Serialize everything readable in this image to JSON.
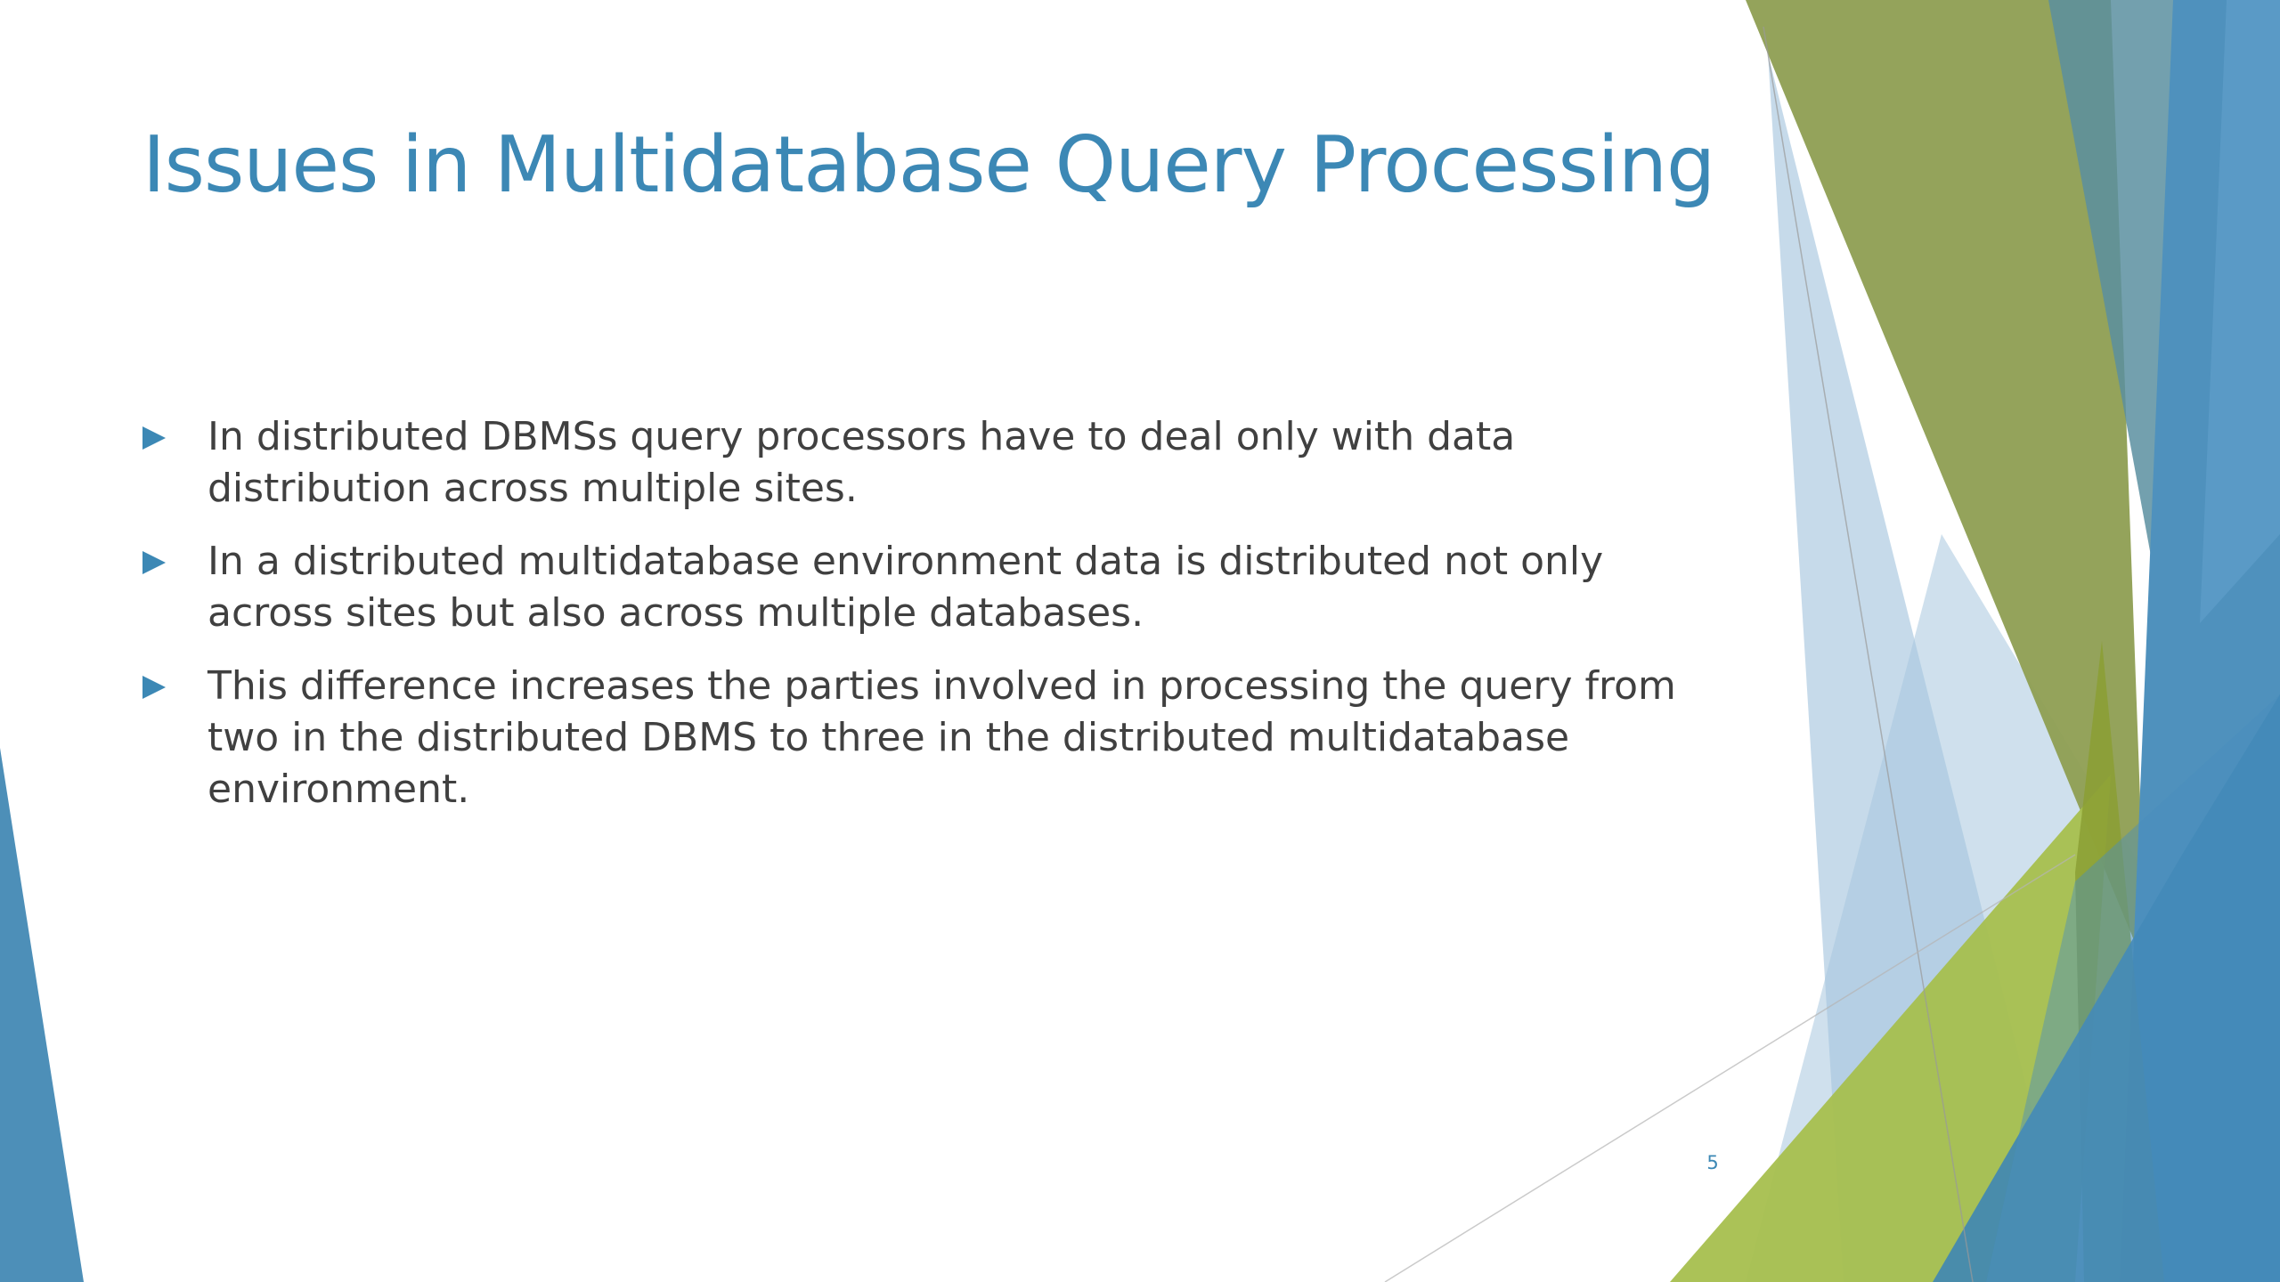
{
  "slide": {
    "title": "Issues in Multidatabase Query Processing",
    "bullets": [
      {
        "text": "In distributed DBMSs query processors have to deal only with data distribution across multiple sites."
      },
      {
        "text": "In a distributed multidatabase environment data is distributed not only across sites but also across multiple databases."
      },
      {
        "text": "This difference increases the parties involved in processing the query from two in the distributed DBMS to three in the distributed multidatabase environment."
      }
    ],
    "page_number": "5"
  },
  "theme": {
    "title_color": "#3c88b5",
    "text_color": "#404040",
    "bullet_color": "#3c88b5",
    "blue_accent": "#4d96c0",
    "olive_accent": "#8fa150",
    "lime_accent": "#a9bf4f",
    "light_blue": "#b9d3e5"
  },
  "bullet_icon": "triangle-right-icon"
}
